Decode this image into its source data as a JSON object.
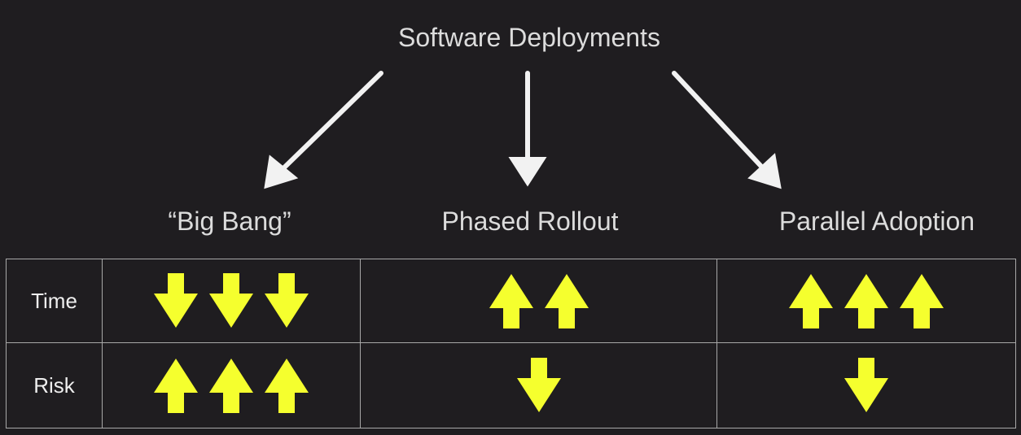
{
  "title": "Software Deployments",
  "strategies": [
    {
      "label": "“Big Bang”",
      "time": {
        "direction": "down",
        "count": 3
      },
      "risk": {
        "direction": "up",
        "count": 3
      }
    },
    {
      "label": "Phased Rollout",
      "time": {
        "direction": "up",
        "count": 2
      },
      "risk": {
        "direction": "down",
        "count": 1
      }
    },
    {
      "label": "Parallel Adoption",
      "time": {
        "direction": "up",
        "count": 3
      },
      "risk": {
        "direction": "down",
        "count": 1
      }
    }
  ],
  "rows": [
    "Time",
    "Risk"
  ],
  "colors": {
    "background": "#1f1d20",
    "arrow": "#f5ff2e",
    "grid": "#a8a8a8",
    "text": "#dcdcdc"
  }
}
